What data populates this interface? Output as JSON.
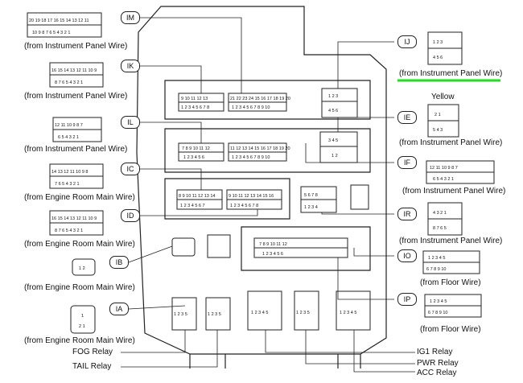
{
  "connectors": {
    "IM": {
      "code": "IM",
      "source": "(from Instrument Panel Wire)"
    },
    "IK": {
      "code": "IK",
      "source": "(from Instrument Panel Wire)"
    },
    "IL": {
      "code": "IL",
      "source": "(from Instrument Panel Wire)"
    },
    "IC": {
      "code": "IC",
      "source": "(from Engine Room Main Wire)"
    },
    "ID": {
      "code": "ID",
      "source": "(from Engine Room Main Wire)"
    },
    "IB": {
      "code": "IB",
      "source": "(from Engine Room Main Wire)"
    },
    "IA": {
      "code": "IA",
      "source": "(from Engine Room Main Wire)"
    },
    "IJ": {
      "code": "IJ",
      "source": "(from Instrument Panel Wire)"
    },
    "IE": {
      "code": "IE",
      "source": "(from Instrument Panel Wire)",
      "color_label": "Yellow"
    },
    "IF": {
      "code": "IF",
      "source": "(from Instrument Panel Wire)"
    },
    "IR": {
      "code": "IR",
      "source": "(from Instrument Panel Wire)"
    },
    "IO": {
      "code": "IO",
      "source": "(from Floor Wire)"
    },
    "IP": {
      "code": "IP",
      "source": "(from Floor Wire)"
    }
  },
  "relays": {
    "fog": "FOG Relay",
    "tail": "TAIL Relay",
    "ig1": "IG1 Relay",
    "pwr": "PWR Relay",
    "acc": "ACC Relay"
  },
  "pins": {
    "im_top": "20 19 18 17 16 15 14 13 12 11",
    "im_bot": "10 9 8 7 6 5 4 3 2 1",
    "ik_top": "16 15 14 13 12 11 10 9",
    "ik_bot": "8 7 6 5 4 3 2 1",
    "il_top": "12 11 10 9 8 7",
    "il_bot": "6 5 4 3 2 1",
    "ic_top": "14 13 12 11 10 9 8",
    "ic_bot": "7 6 5 4 3 2 1",
    "id_top": "16 15 14 13 12 11 10 9",
    "id_bot": "8 7 6 5 4 3 2 1",
    "ib": "1 2",
    "ia_top": "1",
    "ia_bot": "2 1",
    "ij_top": "1 2 3",
    "ij_bot": "4 5 6",
    "ie_top": "2 1",
    "ie_bot": "5 4 3",
    "if_top": "12 11 10 9 8 7",
    "if_bot": "6 5 4 3 2 1",
    "ir_top": "4 3 2 1",
    "ir_bot": "8 7 6 5",
    "io_top": "1 2 3 4 5",
    "io_bot": "6 7 8 9 10",
    "ip_top": "1 2 3 4 5",
    "ip_bot": "6 7 8 9 10",
    "blk_im_l_top": "9 10 11 12 13",
    "blk_im_l_bot": "1 2 3 4 5 6 7 8",
    "blk_im_r_top": "21 22 23 24 15 16 17 18 19 20",
    "blk_im_r_bot": "1 2 3 4 5 6 7 8 9 10",
    "blk_il_l": "7 8 9 10 11 12",
    "blk_il_l2": "1 2 3 4 5 6",
    "blk_il_r_top": "11 12 13 14 15 16 17 18 19 20",
    "blk_il_r_bot": "1 2 3 4 5 6 7 8 9 10",
    "blk_ic_l_top": "8 9 10 11 12 13 14",
    "blk_ic_l_bot": "1 2 3 4 5 6 7",
    "blk_ic_r_top": "9 10 11 12 13 14 15 16",
    "blk_ic_r_bot": "1 2 3 4 5 6 7 8",
    "blk_io_top": "7 8 9 10 11 12",
    "blk_io_bot": "1 2 3 4 5 6",
    "blk_ij_top": "1 2 3",
    "blk_ij_bot": "4 5 6",
    "blk_ie_top": "3 4 5",
    "blk_ie_bot": "1 2",
    "blk_ir_top": "5 6 7 8",
    "blk_ir_bot": "1 2 3 4",
    "relay_pins_a": "1 2 3 5",
    "relay_pins_b": "1 2 3 4 5"
  },
  "colors": {
    "line": "#222222",
    "highlight": "#22dd22"
  }
}
